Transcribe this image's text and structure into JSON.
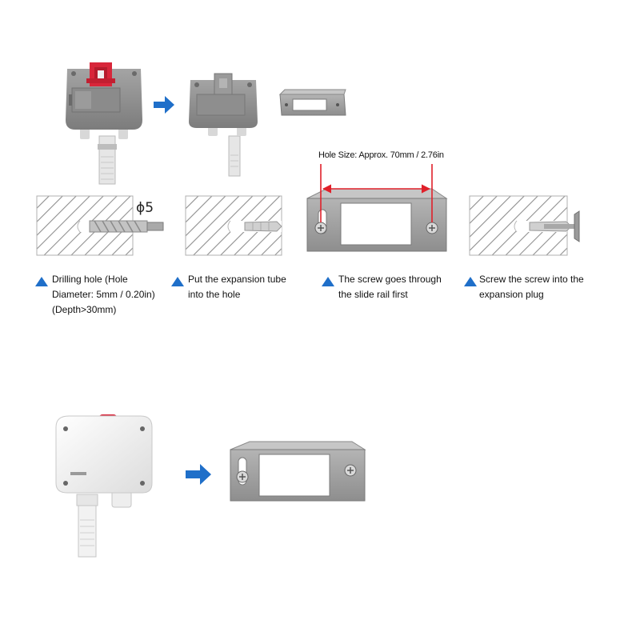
{
  "colors": {
    "arrow_blue": "#1f6fc9",
    "housing_grey": "#8c8c8c",
    "rail_grey": "#9a9a9a",
    "clip_red": "#d8263a",
    "dimension_red": "#e0202a",
    "hatch": "#9a9a9a"
  },
  "labels": {
    "hole_size": "Hole Size: Approx. 70mm / 2.76in",
    "diameter_symbol": "ϕ5"
  },
  "steps": [
    {
      "text_lines": [
        "Drilling hole (Hole",
        "Diameter: 5mm / 0.20in)",
        "(Depth>30mm)"
      ]
    },
    {
      "text_lines": [
        "Put the expansion tube",
        "into the hole"
      ]
    },
    {
      "text_lines": [
        "The screw goes through",
        "the slide rail first"
      ]
    },
    {
      "text_lines": [
        "Screw the screw into the",
        "expansion plug"
      ]
    }
  ],
  "icons": {
    "step_marker": "blue-triangle-icon",
    "flow_arrow": "right-arrow-icon",
    "screw": "phillips-screw-icon"
  }
}
